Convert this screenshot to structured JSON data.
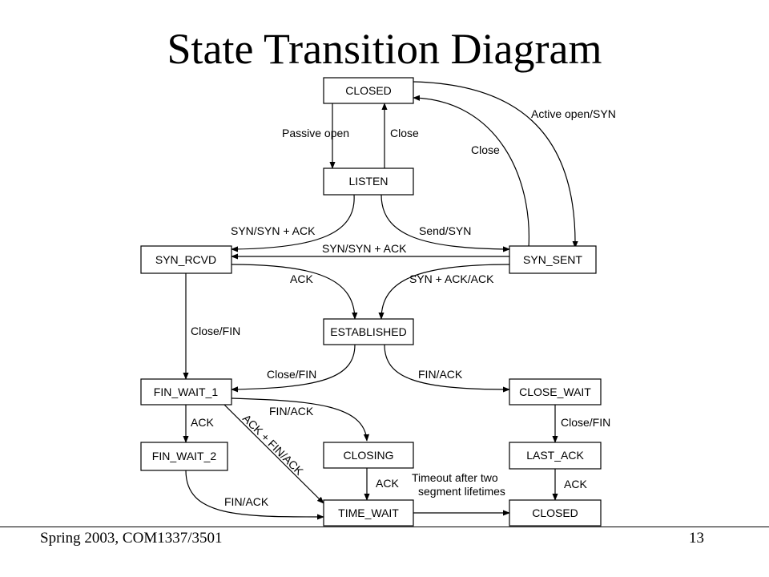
{
  "title": "State Transition Diagram",
  "states": {
    "closed_top": "CLOSED",
    "listen": "LISTEN",
    "syn_rcvd": "SYN_RCVD",
    "syn_sent": "SYN_SENT",
    "established": "ESTABLISHED",
    "fin_wait_1": "FIN_WAIT_1",
    "close_wait": "CLOSE_WAIT",
    "fin_wait_2": "FIN_WAIT_2",
    "closing": "CLOSING",
    "last_ack": "LAST_ACK",
    "time_wait": "TIME_WAIT",
    "closed_bottom": "CLOSED"
  },
  "transitions": {
    "passive_open": "Passive open",
    "close_listen": "Close",
    "close_synsent": "Close",
    "active_open": "Active open/SYN",
    "listen_to_synrcvd": "SYN/SYN + ACK",
    "listen_to_synsent": "Send/SYN",
    "synsent_to_synrcvd": "SYN/SYN + ACK",
    "synrcvd_to_est": "ACK",
    "synsent_to_est": "SYN + ACK/ACK",
    "synrcvd_to_finwait1": "Close/FIN",
    "est_to_finwait1": "Close/FIN",
    "est_to_closewait": "FIN/ACK",
    "finwait1_to_closing": "FIN/ACK",
    "finwait1_to_finwait2": "ACK",
    "finwait1_to_timewait": "ACK + FIN/ACK",
    "closewait_to_lastack": "Close/FIN",
    "closing_to_timewait": "ACK",
    "timeout_line1": "Timeout after two",
    "timeout_line2": "segment lifetimes",
    "lastack_to_closed": "ACK",
    "finwait2_to_timewait": "FIN/ACK"
  },
  "footer": {
    "course": "Spring 2003, COM1337/3501",
    "page": "13"
  }
}
